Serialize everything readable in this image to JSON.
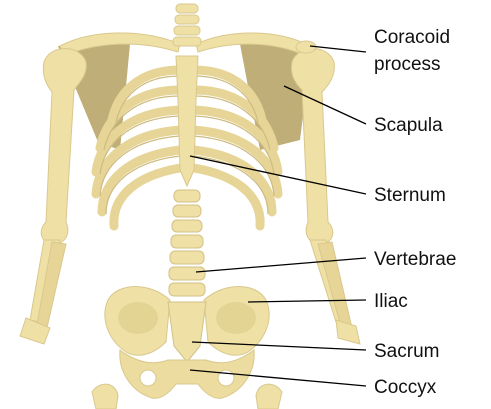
{
  "labels": {
    "coracoid_line1": "Coracoid",
    "coracoid_line2": "process",
    "scapula": "Scapula",
    "sternum": "Sternum",
    "vertebrae": "Vertebrae",
    "iliac": "Iliac",
    "sacrum": "Sacrum",
    "coccyx": "Coccyx"
  },
  "colors": {
    "bone": "#efe0a6",
    "bone_shade": "#d9c88c",
    "bone_dark": "#c5b378",
    "scapula_fill": "#b9a772",
    "line": "#000000"
  }
}
